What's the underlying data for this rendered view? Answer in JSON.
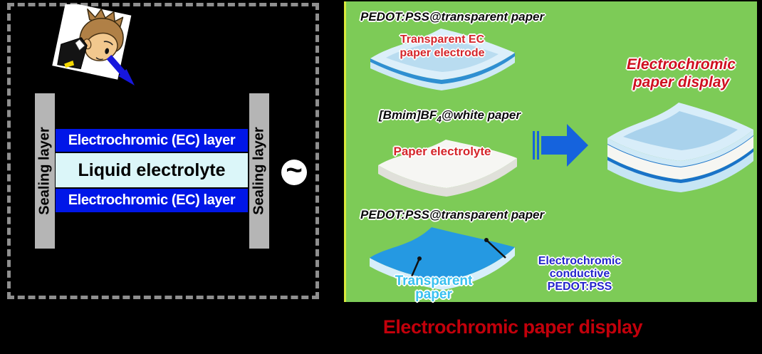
{
  "device_schematic": {
    "sealing_layer_left": "Sealing layer",
    "sealing_layer_right": "Sealing layer",
    "ec_layer_top": "Electrochromic (EC) layer",
    "liquid_electrolyte": "Liquid electrolyte",
    "ec_layer_bottom": "Electrochromic (EC) layer",
    "ac_source_symbol": "~"
  },
  "fabrication_panel": {
    "electrode_top": {
      "title": "PEDOT:PSS@transparent paper",
      "label_line1": "Transparent EC",
      "label_line2": "paper electrode"
    },
    "electrolyte": {
      "title_main": "[Bmim]BF",
      "title_subscript": "4",
      "title_tail": "@white paper",
      "label": "Paper electrolyte"
    },
    "electrode_bottom": {
      "title": "PEDOT:PSS@transparent paper",
      "label_paper": "Transparent paper",
      "label_coating_line1": "Electrochromic conductive",
      "label_coating_line2": "PEDOT:PSS"
    },
    "result": {
      "title_line1": "Electrochromic",
      "title_line2": "paper display"
    }
  },
  "caption": "Electrochromic paper display",
  "icons": {
    "person": "person-peeking-icon",
    "view_arrow": "view-direction-arrow-icon",
    "process_arrow": "assembly-arrow-icon"
  },
  "colors": {
    "panel_green": "#7dcb57",
    "ec_blue": "#0016e8",
    "electrolyte_cyan": "#dbf6f9",
    "sealing_gray": "#b5b5b5",
    "arrow_blue": "#1563dd",
    "label_red": "#d5262b",
    "label_cyan": "#39c1f0",
    "label_blue": "#2424cc",
    "result_red": "#cf1020",
    "caption_red": "#c2000b",
    "pedot_sheet_blue": "#2599e2"
  }
}
